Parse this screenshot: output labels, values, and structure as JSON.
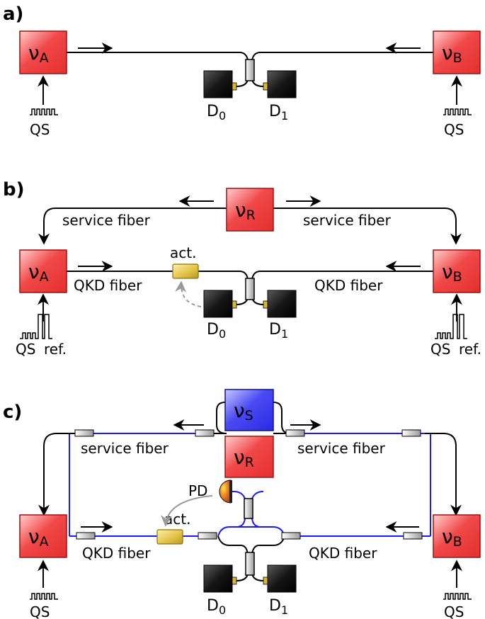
{
  "panels": {
    "a": {
      "label": "a)",
      "laser_a": {
        "nu": "ν",
        "sub": "A"
      },
      "laser_b": {
        "nu": "ν",
        "sub": "B"
      },
      "qs_left": "QS",
      "qs_right": "QS",
      "d0": {
        "main": "D",
        "sub": "0"
      },
      "d1": {
        "main": "D",
        "sub": "1"
      }
    },
    "b": {
      "label": "b)",
      "laser_a": {
        "nu": "ν",
        "sub": "A"
      },
      "laser_b": {
        "nu": "ν",
        "sub": "B"
      },
      "laser_r": {
        "nu": "ν",
        "sub": "R"
      },
      "service_left": "service fiber",
      "service_right": "service fiber",
      "qkd_left": "QKD fiber",
      "qkd_right": "QKD fiber",
      "act": "act.",
      "qs_left": "QS",
      "ref_left": "ref.",
      "qs_right": "QS",
      "ref_right": "ref.",
      "d0": {
        "main": "D",
        "sub": "0"
      },
      "d1": {
        "main": "D",
        "sub": "1"
      }
    },
    "c": {
      "label": "c)",
      "laser_a": {
        "nu": "ν",
        "sub": "A"
      },
      "laser_b": {
        "nu": "ν",
        "sub": "B"
      },
      "laser_r": {
        "nu": "ν",
        "sub": "R"
      },
      "laser_s": {
        "nu": "ν",
        "sub": "S"
      },
      "service_left": "service fiber",
      "service_right": "service fiber",
      "qkd_left": "QKD fiber",
      "qkd_right": "QKD fiber",
      "act": "act.",
      "pd": "PD",
      "qs_left": "QS",
      "qs_right": "QS",
      "d0": {
        "main": "D",
        "sub": "0"
      },
      "d1": {
        "main": "D",
        "sub": "1"
      }
    }
  },
  "colors": {
    "laser_red": "#ee3333",
    "laser_blue": "#3b3bee",
    "actuator": "#d8b838",
    "detector": "#111111",
    "pd_orange": "#e56a1a",
    "blue_fiber": "#1a1aff",
    "grey_arrow": "#999999"
  }
}
